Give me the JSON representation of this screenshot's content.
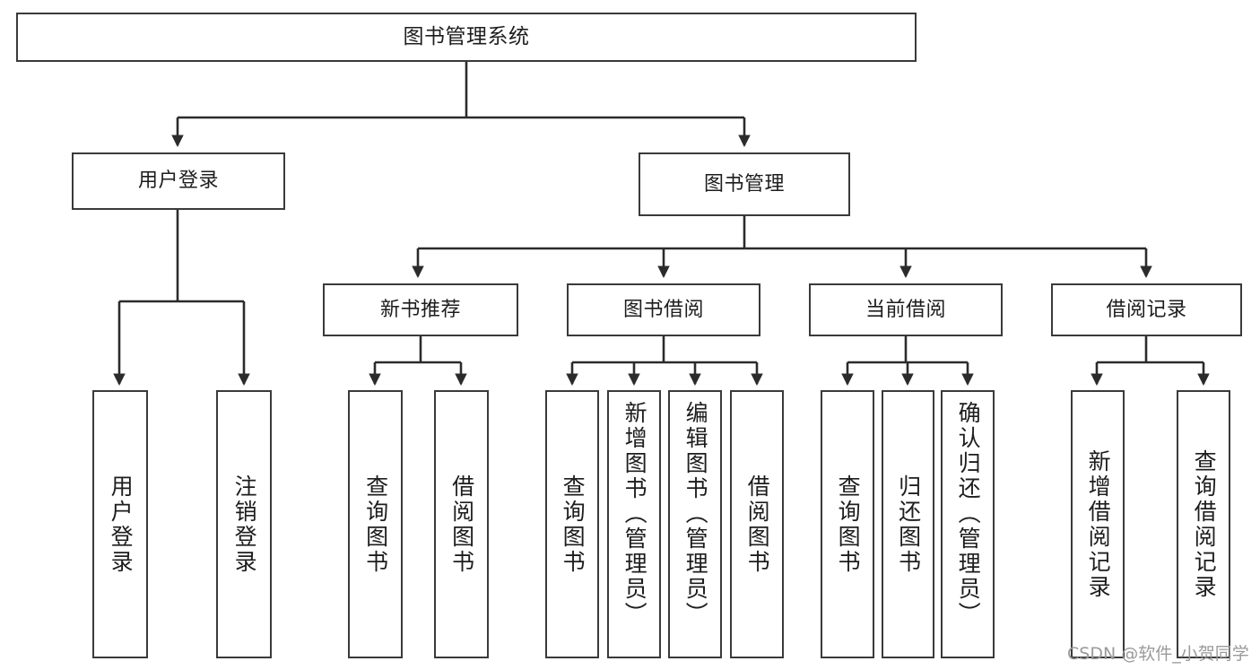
{
  "diagram": {
    "title": "图书管理系统",
    "type": "tree-hierarchy-diagram",
    "root": {
      "label": "图书管理系统"
    },
    "level2": [
      {
        "label": "用户登录"
      },
      {
        "label": "图书管理"
      }
    ],
    "level3": [
      {
        "label": "新书推荐"
      },
      {
        "label": "图书借阅"
      },
      {
        "label": "当前借阅"
      },
      {
        "label": "借阅记录"
      }
    ],
    "leaves": {
      "user_login": [
        {
          "label": "用户登录"
        },
        {
          "label": "注销登录"
        }
      ],
      "new_book_recommend": [
        {
          "label": "查询图书"
        },
        {
          "label": "借阅图书"
        }
      ],
      "book_borrow": [
        {
          "label": "查询图书"
        },
        {
          "label": "新增图书（管理员）"
        },
        {
          "label": "编辑图书（管理员）"
        },
        {
          "label": "借阅图书"
        }
      ],
      "current_borrow": [
        {
          "label": "查询图书"
        },
        {
          "label": "归还图书"
        },
        {
          "label": "确认归还（管理员）"
        }
      ],
      "borrow_record": [
        {
          "label": "新增借阅记录"
        },
        {
          "label": "查询借阅记录"
        }
      ]
    }
  },
  "watermark": {
    "text": "CSDN @软件_小贺同学"
  },
  "colors": {
    "border": "#3a3a3a",
    "text": "#1d1d1d",
    "background": "#ffffff",
    "watermark": "#9a9a9a"
  }
}
